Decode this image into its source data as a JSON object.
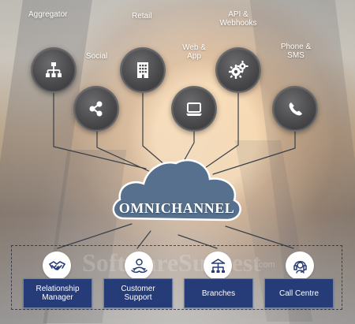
{
  "colors": {
    "channel_circle": "#49494c",
    "cloud": "#56708d",
    "outcome_box": "#263c78",
    "connector": "#39404a"
  },
  "watermark": {
    "text": "SoftwareSuggest",
    "suffix": ".com"
  },
  "channels": [
    {
      "label": "Aggregator",
      "icon": "hierarchy-icon"
    },
    {
      "label": "Social",
      "icon": "share-icon"
    },
    {
      "label": "Retail",
      "icon": "building-icon"
    },
    {
      "label": "Web &\nApp",
      "icon": "laptop-icon"
    },
    {
      "label": "API &\nWebhooks",
      "icon": "gears-icon"
    },
    {
      "label": "Phone &\nSMS",
      "icon": "phone-icon"
    }
  ],
  "hub": {
    "title": "OMNICHANNEL"
  },
  "outcomes": [
    {
      "label": "Relationship\nManager",
      "icon": "handshake-icon"
    },
    {
      "label": "Customer\nSupport",
      "icon": "support-icon"
    },
    {
      "label": "Branches",
      "icon": "network-icon"
    },
    {
      "label": "Call Centre",
      "icon": "headset-icon"
    }
  ]
}
